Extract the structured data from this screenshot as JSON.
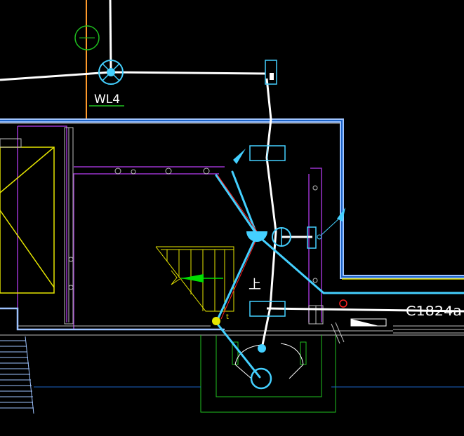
{
  "drawing": {
    "background": "#000000",
    "labels": {
      "circuit_tag": "WL4",
      "window_tag": "C1824a",
      "stair_up": "上",
      "small_mark": "t"
    },
    "colors": {
      "wall_outline": "#9ec3ff",
      "wall_core": "#1b63c9",
      "circuit": "#ffffff",
      "fixture": "#44d0ff",
      "partition": "#9933cc",
      "stair": "#e6e600",
      "room_outline": "#1fbf1f",
      "vertical_pipe": "#ff9a2a",
      "arrow_green": "#00dd00",
      "mark_red": "#ff2020",
      "structure_gray": "#bdbdbd"
    }
  }
}
